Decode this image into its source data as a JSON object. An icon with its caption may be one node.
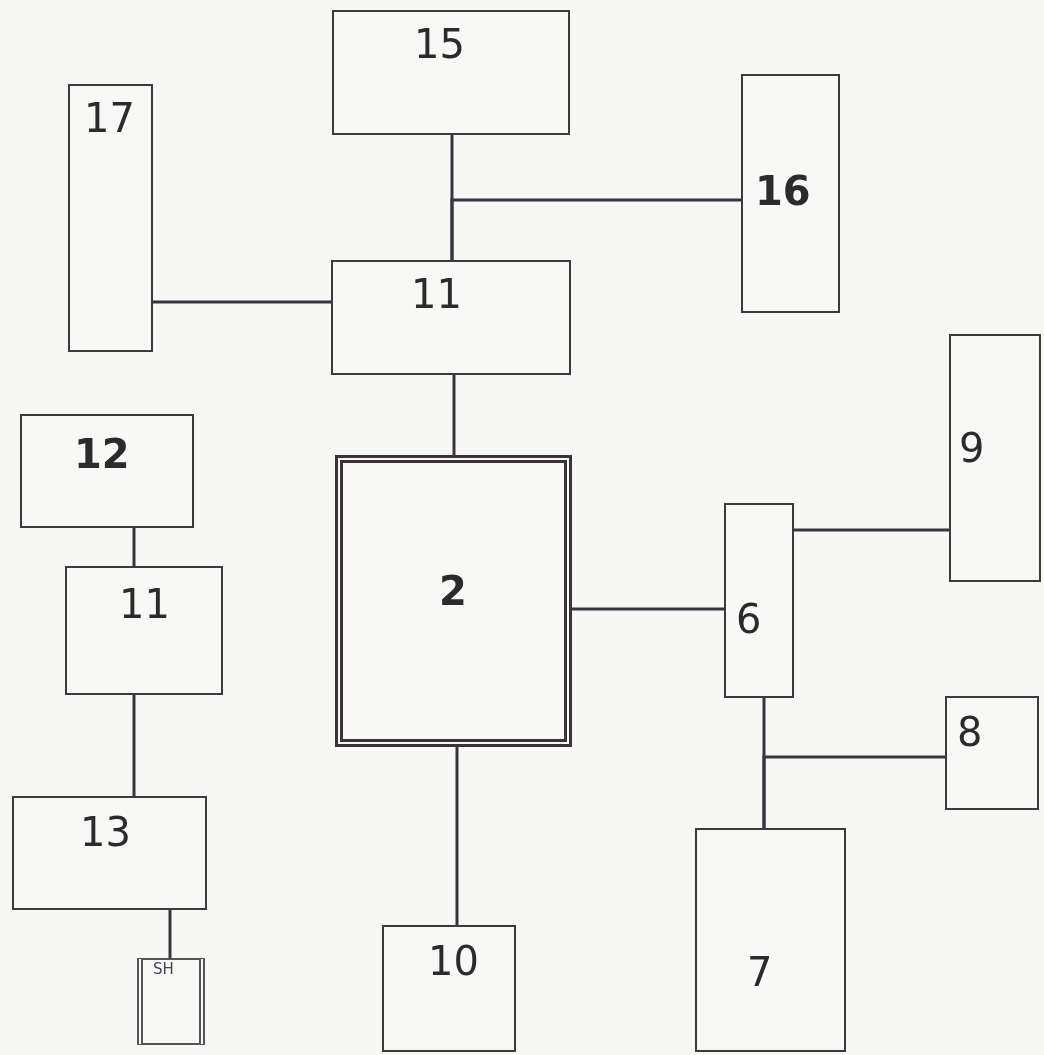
{
  "diagram": {
    "nodes": [
      {
        "text": [
          "15"
        ]
      },
      {
        "text": [
          "17"
        ]
      },
      {
        "text": [
          "16"
        ]
      },
      {
        "text": [
          "11"
        ]
      },
      {
        "text": [
          "12"
        ]
      },
      {
        "text": [
          "2"
        ]
      },
      {
        "text": [
          "9"
        ]
      },
      {
        "text": [
          "11"
        ]
      },
      {
        "text": [
          "6"
        ]
      },
      {
        "text": [
          "8"
        ]
      },
      {
        "text": [
          "13"
        ]
      },
      {
        "text": [
          "10"
        ]
      },
      {
        "text": [
          "7"
        ]
      },
      {
        "text": [
          "SH"
        ]
      }
    ],
    "edges": [
      {
        "from": 0,
        "to": 3,
        "arrow": "none"
      },
      {
        "from": 2,
        "to": 3,
        "arrow": "none"
      },
      {
        "from": 1,
        "to": 3,
        "arrow": "none"
      },
      {
        "from": 3,
        "to": 5,
        "arrow": "none"
      },
      {
        "from": 4,
        "to": 7,
        "arrow": "none"
      },
      {
        "from": 7,
        "to": 10,
        "arrow": "none"
      },
      {
        "from": 10,
        "to": 13,
        "arrow": "none"
      },
      {
        "from": 5,
        "to": 8,
        "arrow": "none"
      },
      {
        "from": 8,
        "to": 6,
        "arrow": "none"
      },
      {
        "from": 8,
        "to": 12,
        "arrow": "none"
      },
      {
        "from": 9,
        "to": 12,
        "arrow": "none"
      },
      {
        "from": 5,
        "to": 11,
        "arrow": "none"
      }
    ]
  }
}
